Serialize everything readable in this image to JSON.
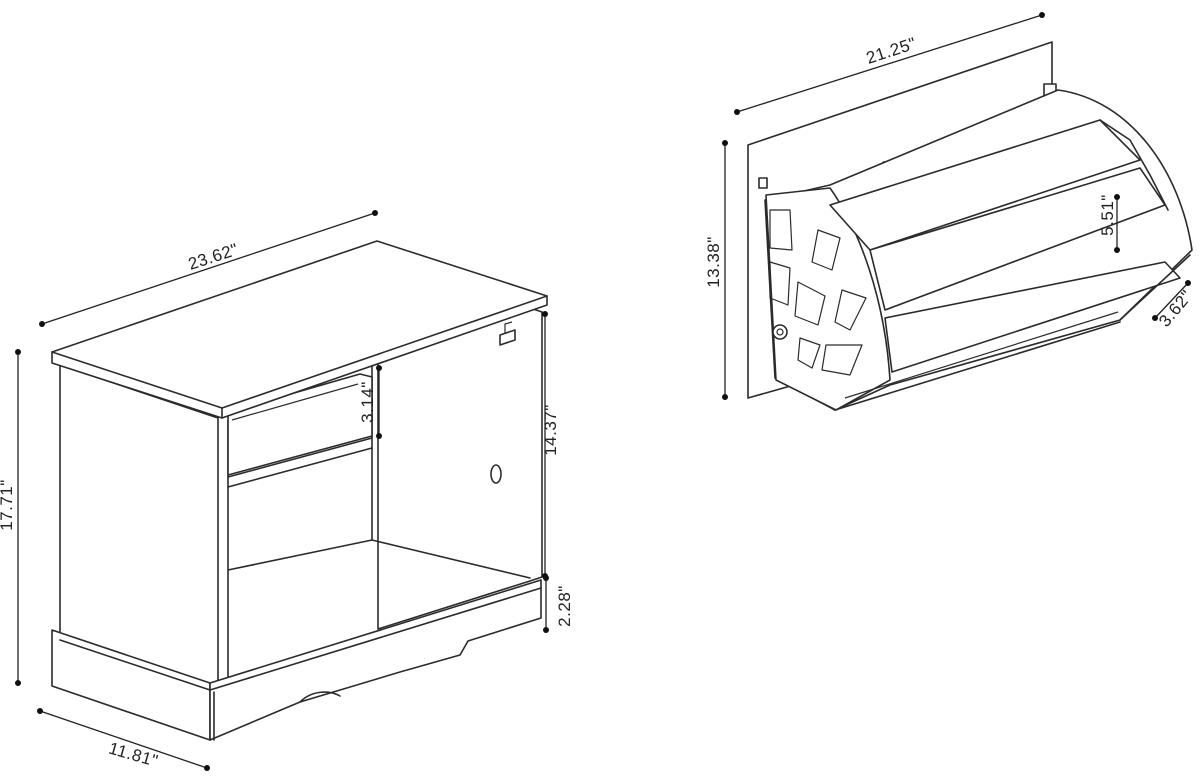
{
  "cabinet": {
    "dimensions": {
      "width": "23.62\"",
      "height": "17.71\"",
      "depth": "11.81\"",
      "drawer_height": "3.14\"",
      "side_height": "14.37\"",
      "base_height": "2.28\""
    }
  },
  "drawer_detail": {
    "dimensions": {
      "width": "21.25\"",
      "height": "13.38\"",
      "compartment": "5.51\"",
      "depth": "3.62\""
    }
  },
  "colors": {
    "line": "#2b2b2b",
    "background": "#ffffff"
  }
}
